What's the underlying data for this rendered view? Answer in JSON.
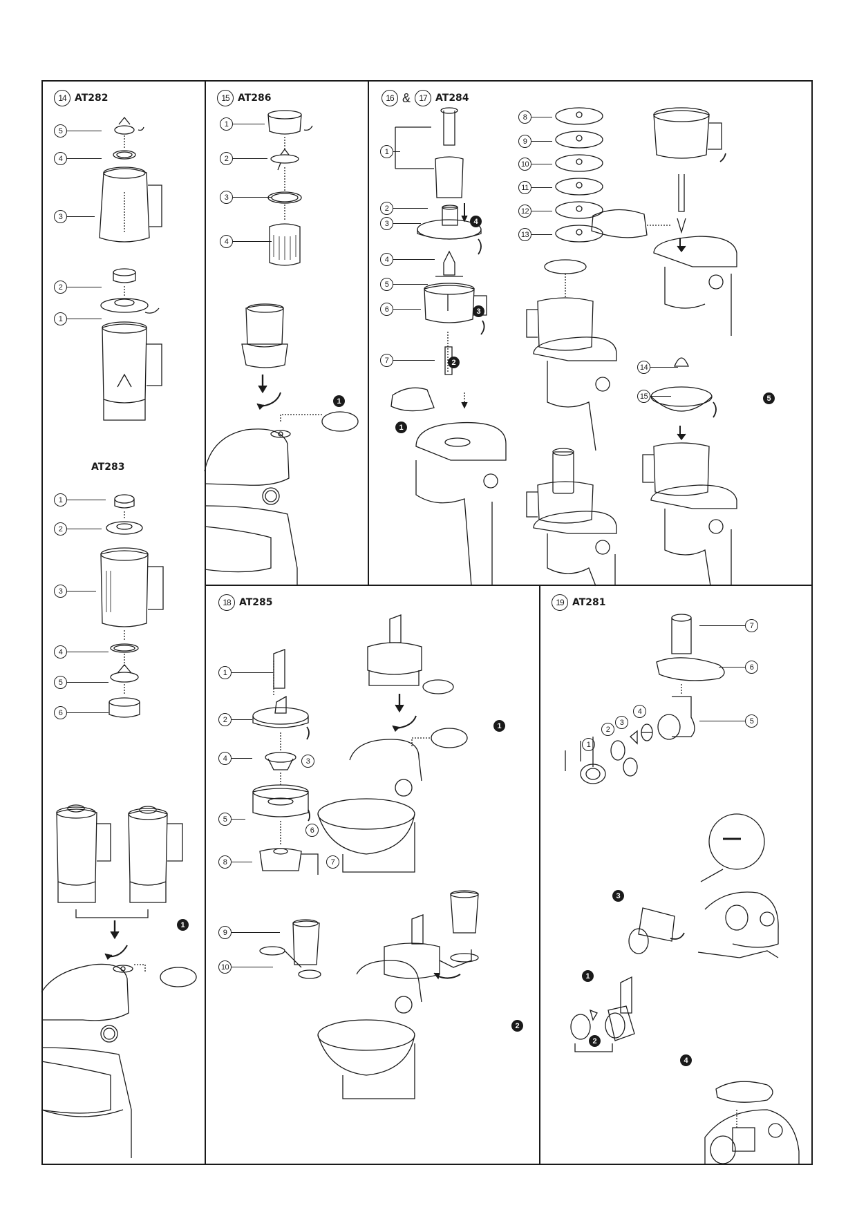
{
  "panels": [
    {
      "id": "p14",
      "number": "14",
      "model": "AT282",
      "callouts": [
        "5",
        "4",
        "3",
        "2",
        "1"
      ],
      "steps": [],
      "sub": {
        "model": "AT283",
        "callouts": [
          "1",
          "2",
          "3",
          "4",
          "5",
          "6"
        ],
        "steps": [
          "1"
        ]
      }
    },
    {
      "id": "p15",
      "number": "15",
      "model": "AT286",
      "callouts": [
        "1",
        "2",
        "3",
        "4"
      ],
      "steps": [
        "1"
      ]
    },
    {
      "id": "p1617",
      "number": "16",
      "number2": "17",
      "joiner": "&",
      "model": "AT284",
      "callouts": [
        "1",
        "2",
        "3",
        "4",
        "5",
        "6",
        "7",
        "8",
        "9",
        "10",
        "11",
        "12",
        "13",
        "14",
        "15"
      ],
      "steps": [
        "1",
        "2",
        "3",
        "4",
        "5"
      ]
    },
    {
      "id": "p18",
      "number": "18",
      "model": "AT285",
      "callouts": [
        "1",
        "2",
        "3",
        "4",
        "5",
        "6",
        "7",
        "8",
        "9",
        "10"
      ],
      "steps": [
        "1",
        "2"
      ]
    },
    {
      "id": "p19",
      "number": "19",
      "model": "AT281",
      "callouts": [
        "1",
        "2",
        "3",
        "4",
        "5",
        "6",
        "7"
      ],
      "steps": [
        "1",
        "2",
        "3",
        "4"
      ]
    }
  ]
}
